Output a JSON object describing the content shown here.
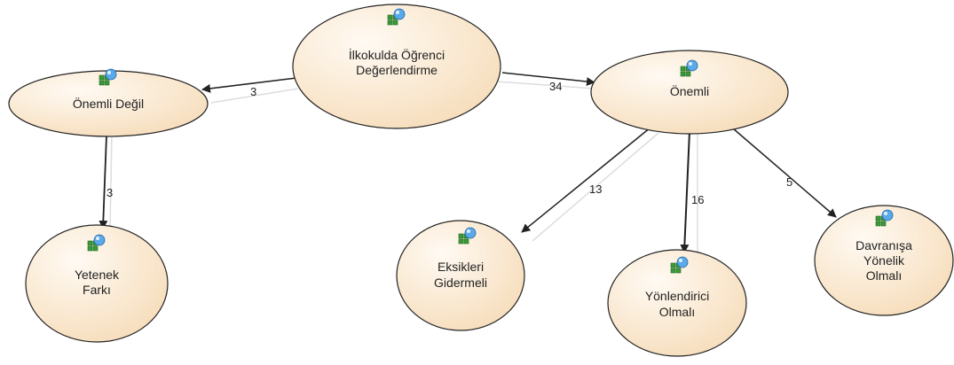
{
  "colors": {
    "node_fill_light": "#fffaf3",
    "node_fill_dark": "#f6dcb9",
    "node_stroke": "#222222",
    "edge": "#222222",
    "edge_shadow": "#dddddd"
  },
  "icon": "network-group-icon",
  "nodes": {
    "root": {
      "lines": [
        "İlkokulda Öğrenci",
        "Değerlendirme"
      ]
    },
    "onemli_degil": {
      "lines": [
        "Önemli Değil"
      ]
    },
    "onemli": {
      "lines": [
        "Önemli"
      ]
    },
    "yetenek": {
      "lines": [
        "Yetenek",
        "Farkı"
      ]
    },
    "eksikleri": {
      "lines": [
        "Eksikleri",
        "Gidermeli"
      ]
    },
    "yonlendirici": {
      "lines": [
        "Yönlendirici",
        "Olmalı"
      ]
    },
    "davranisa": {
      "lines": [
        "Davranışa",
        "Yönelik",
        "Olmalı"
      ]
    }
  },
  "edges": {
    "root_onemli_degil": {
      "label": "3"
    },
    "root_onemli": {
      "label": "34"
    },
    "onemli_degil_yetenek": {
      "label": "3"
    },
    "onemli_eksikleri": {
      "label": "13"
    },
    "onemli_yonlendirici": {
      "label": "16"
    },
    "onemli_davranisa": {
      "label": "5"
    }
  }
}
